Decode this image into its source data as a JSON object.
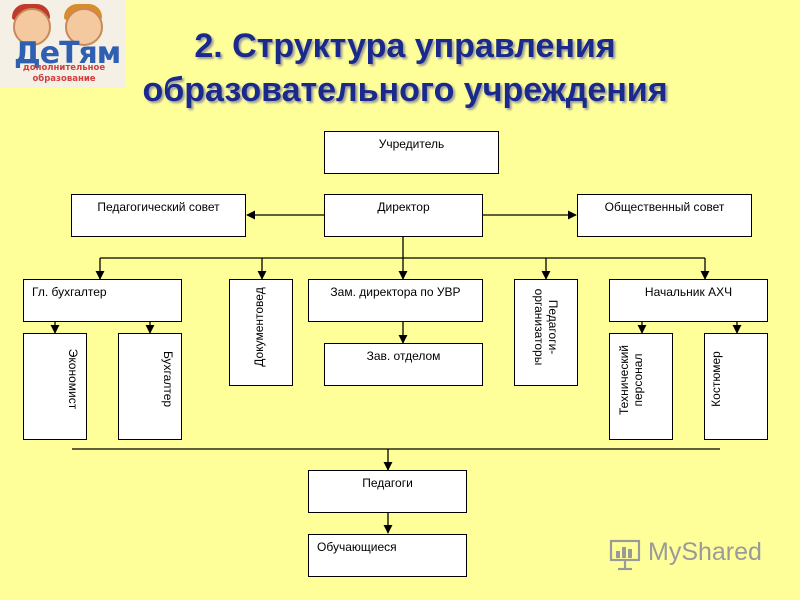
{
  "logo": {
    "word": "ДеТям",
    "subline1": "дополнительное",
    "subline2": "образование"
  },
  "title": {
    "line1": "2. Структура управления",
    "line2": "образовательного учреждения"
  },
  "nodes": {
    "founder": "Учредитель",
    "ped_council": "Педагогический совет",
    "director": "Директор",
    "public_council": "Общественный совет",
    "chief_accountant": "Гл. бухгалтер",
    "records_clerk": "Документовед",
    "deputy_director": "Зам. директора по УВР",
    "organizers_line1": "Педагоги-",
    "organizers_line2": "организаторы",
    "head_ahch": "Начальник АХЧ",
    "economist": "Экономист",
    "accountant": "Бухгалтер",
    "dept_head": "Зав. отделом",
    "tech_staff_line1": "Технический",
    "tech_staff_line2": "персонал",
    "costumer": "Костюмер",
    "teachers": "Педагоги",
    "students": "Обучающиеся"
  },
  "colors": {
    "background": "#ffff99",
    "title": "#1a2a8c",
    "box_fill": "#ffffff",
    "line": "#000000"
  },
  "watermark": {
    "text": "MyShared",
    "icon": "presentation-chart-icon"
  }
}
